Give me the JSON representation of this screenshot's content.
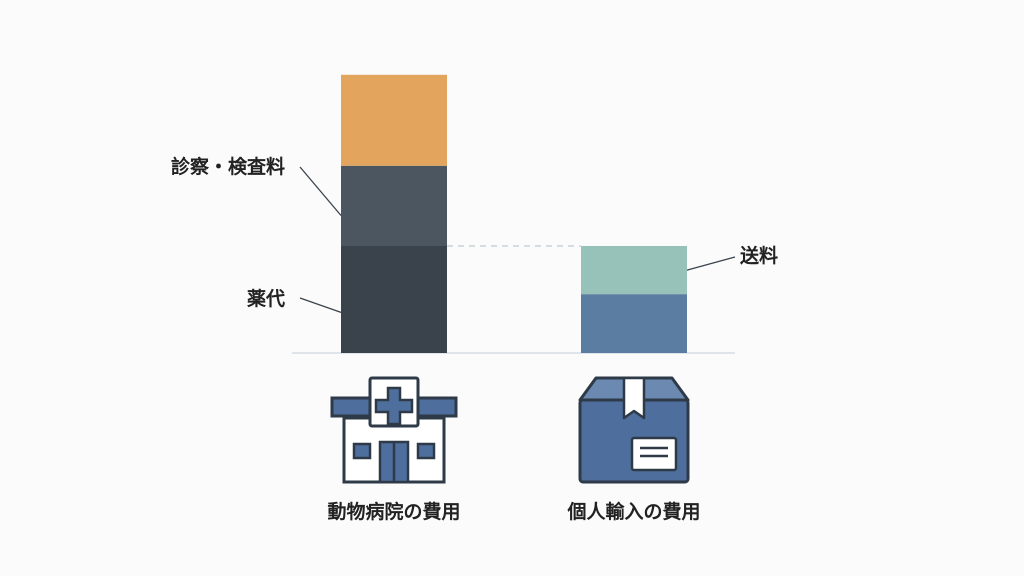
{
  "chart_data": {
    "type": "bar",
    "stacked": true,
    "categories": [
      "動物病院の費用",
      "個人輸入の費用"
    ],
    "series": [
      {
        "name": "薬代",
        "values": [
          1.0,
          null
        ],
        "color": "#3a434c"
      },
      {
        "name": "",
        "values": [
          null,
          0.55
        ],
        "color": "#5a7da1"
      },
      {
        "name": "診察・検査料",
        "values": [
          0.75,
          null
        ],
        "color": "#4b5660"
      },
      {
        "name": "送料",
        "values": [
          null,
          0.45
        ],
        "color": "#97c2b9"
      },
      {
        "name": "",
        "values": [
          0.85,
          null
        ],
        "color": "#e3a45d"
      }
    ],
    "reference_line": {
      "value": 1.0,
      "style": "dashed",
      "color": "#c9d3d8"
    },
    "icons": [
      "hospital-icon",
      "package-box-icon"
    ],
    "axis_visible": false,
    "grid": false
  }
}
